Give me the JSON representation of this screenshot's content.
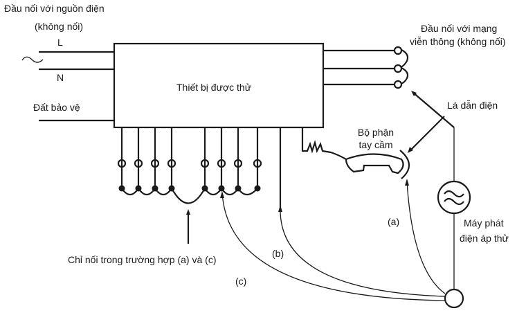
{
  "diagram": {
    "title": "Test circuit for equipment under test",
    "labels": {
      "mains_terminal_line1": "Đầu nối với nguồn điện",
      "mains_terminal_line2": "(không nối)",
      "line_L": "L",
      "line_N": "N",
      "protective_earth": "Đất bảo vệ",
      "equipment_under_test": "Thiết bị được thử",
      "telecom_terminal_line1": "Đầu nối với mạng",
      "telecom_terminal_line2": "viễn thông (không nối)",
      "conductive_foil": "Lá dẫn điện",
      "handset_line1": "Bộ phận",
      "handset_line2": "tay cầm",
      "generator_line1": "Máy phát",
      "generator_line2": "điện áp thử",
      "case_a": "(a)",
      "case_b": "(b)",
      "case_c": "(c)",
      "connect_only_note": "Chỉ nối trong trường hợp (a) và (c)"
    },
    "components": {
      "bottom_terminal_count": 8,
      "telecom_terminal_count": 3,
      "mains_symbol": "ac-tilde",
      "generator_symbol": "double-tilde-in-circle"
    },
    "colors": {
      "line": "#1a1a1a",
      "background": "#ffffff"
    }
  }
}
